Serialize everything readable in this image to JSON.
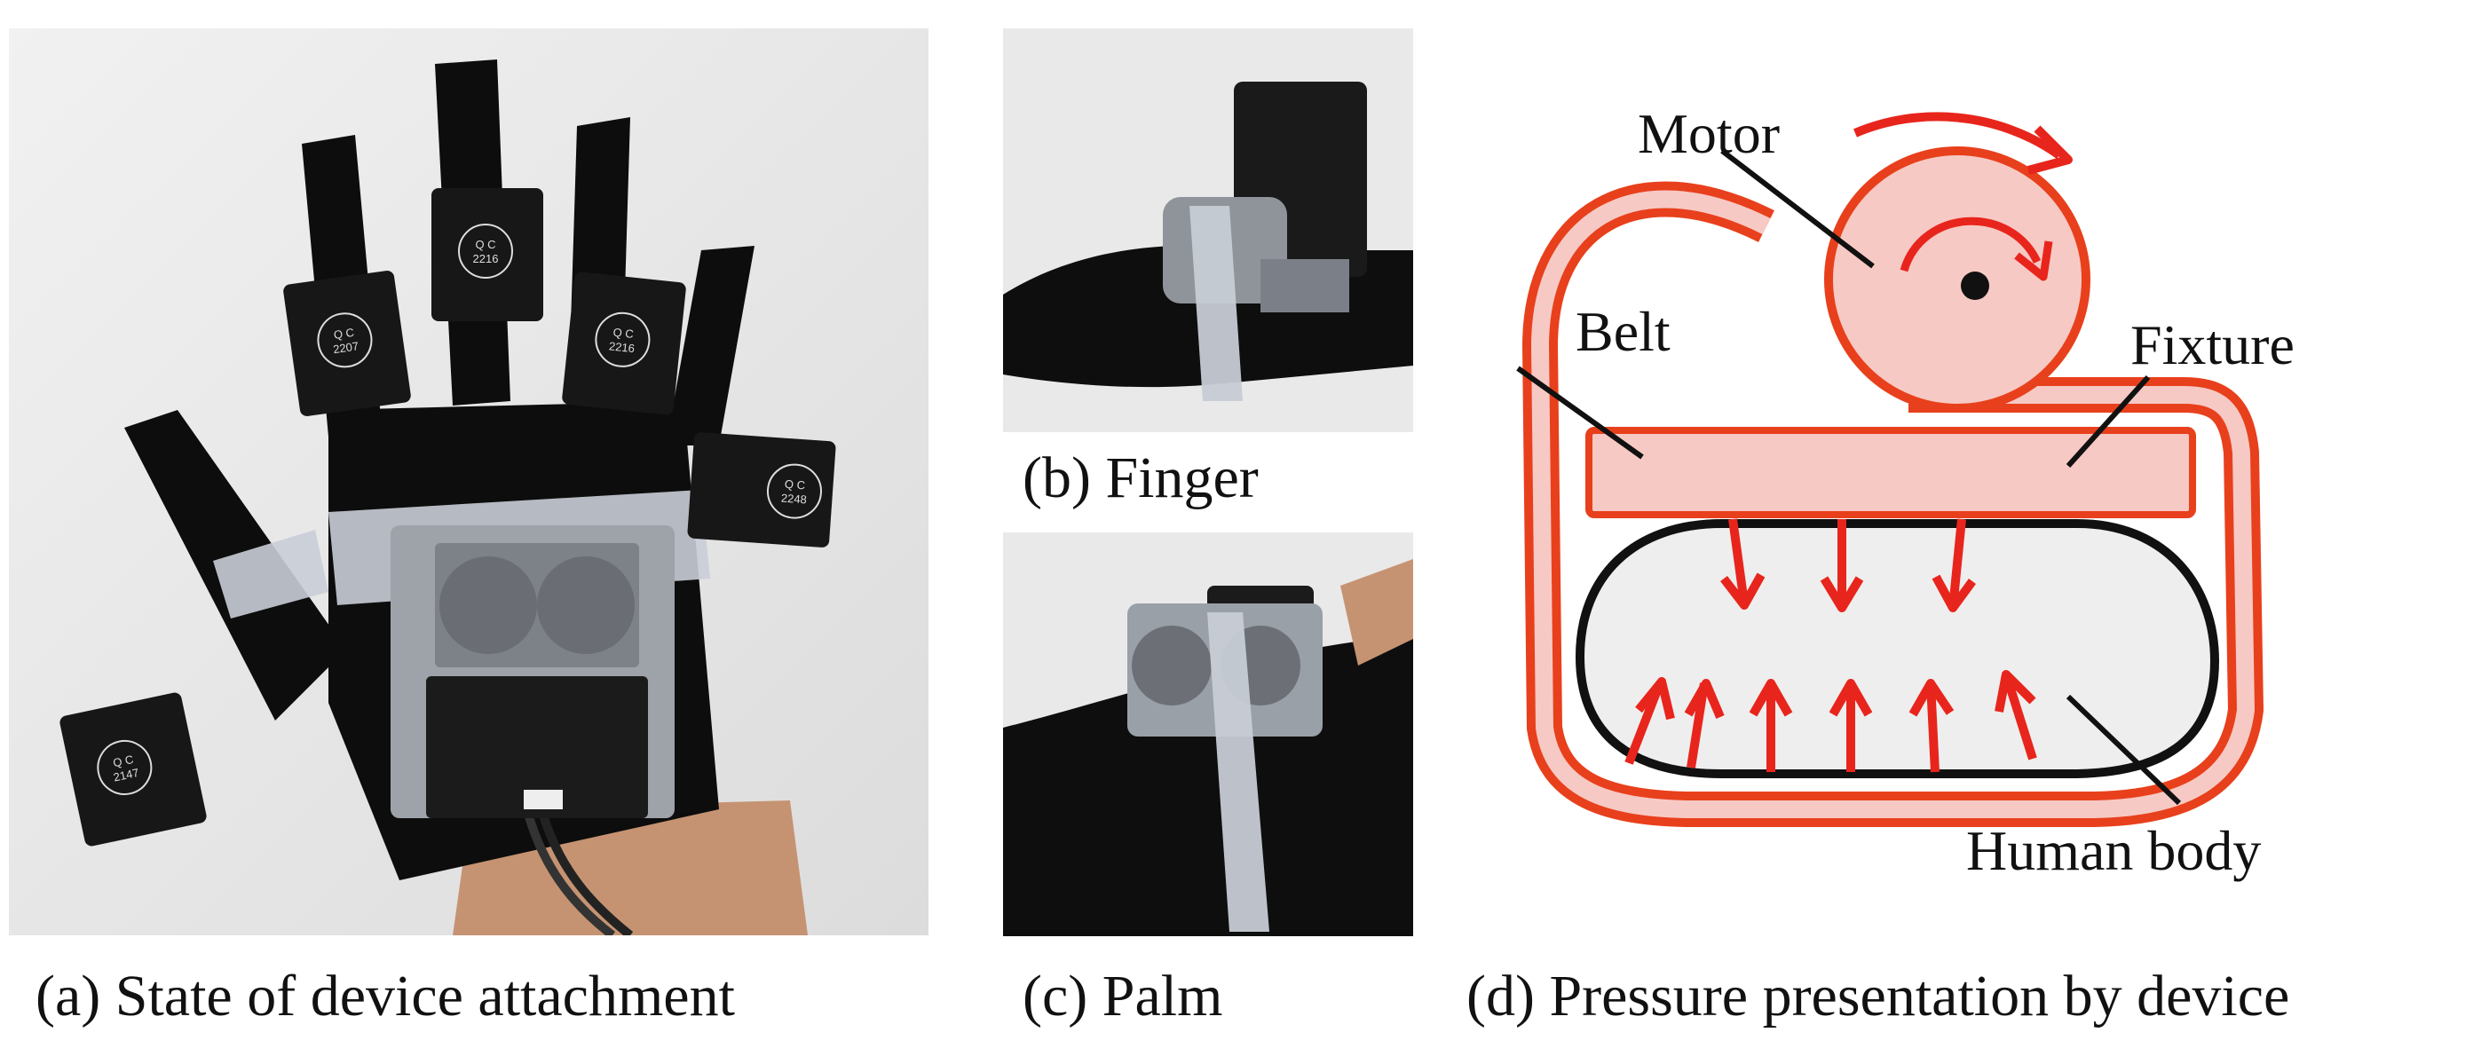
{
  "figure": {
    "panels": [
      {
        "id": "a",
        "caption": "(a) State of device attachment",
        "module_labels": [
          {
            "line1": "Q C",
            "line2": "2207"
          },
          {
            "line1": "Q C",
            "line2": "2216"
          },
          {
            "line1": "Q C",
            "line2": "2216"
          },
          {
            "line1": "Q C",
            "line2": "2147"
          },
          {
            "line1": "Q C",
            "line2": "2248"
          }
        ]
      },
      {
        "id": "b",
        "caption": "(b) Finger"
      },
      {
        "id": "c",
        "caption": "(c) Palm"
      },
      {
        "id": "d",
        "caption": "(d) Pressure presentation by device",
        "labels": {
          "motor": "Motor",
          "belt": "Belt",
          "fixture": "Fixture",
          "body": "Human body"
        }
      }
    ],
    "colors": {
      "belt_outline": "#e8401c",
      "belt_fill": "#f7c9c4",
      "pressure_arrow": "#e8251c",
      "body_fill": "#eeeeee",
      "photo_background": "#ebebeb",
      "glove": "#0d0d0d"
    }
  }
}
